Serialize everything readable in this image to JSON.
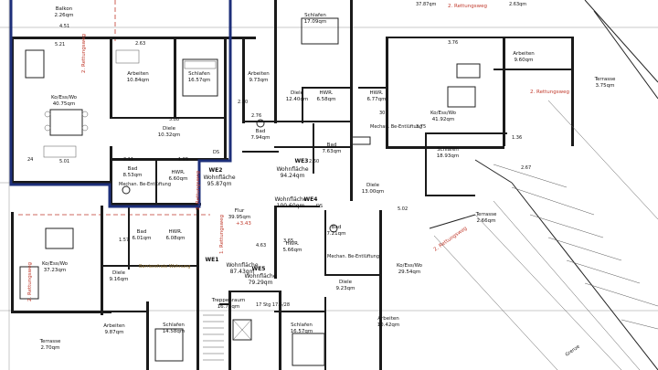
{
  "rooms": [
    {
      "id": "balkon",
      "name": "Balkon",
      "area": "2.26qm"
    },
    {
      "id": "arbeiten-a",
      "name": "Arbeiten",
      "area": "10.84qm"
    },
    {
      "id": "schlafen-a",
      "name": "Schlafen",
      "area": "16.57qm"
    },
    {
      "id": "kueche-a",
      "name": "Ko/Ess/Wo",
      "area": "40.75qm"
    },
    {
      "id": "diele-a",
      "name": "Diele",
      "area": "10.32qm"
    },
    {
      "id": "bad-a",
      "name": "Bad",
      "area": "8.53qm"
    },
    {
      "id": "hwr-a",
      "name": "HWR.",
      "area": "6.60qm"
    },
    {
      "id": "arbeiten-b",
      "name": "Arbeiten",
      "area": "9.73qm"
    },
    {
      "id": "schlafen-top",
      "name": "Schlafen",
      "area": "17.09qm"
    },
    {
      "id": "diele-b",
      "name": "Diele",
      "area": "12.40qm"
    },
    {
      "id": "hwr-b",
      "name": "HWR.",
      "area": "6.58qm"
    },
    {
      "id": "hwr-c",
      "name": "HWR.",
      "area": "6.77qm"
    },
    {
      "id": "kueche-c",
      "name": "Ko/Ess/Wo",
      "area": "41.92qm"
    },
    {
      "id": "arbeiten-c",
      "name": "Arbeiten",
      "area": "9.60qm"
    },
    {
      "id": "terrasse-c",
      "name": "Terrasse",
      "area": "3.75qm"
    },
    {
      "id": "bad-b",
      "name": "Bad",
      "area": "7.94qm"
    },
    {
      "id": "bad-c",
      "name": "Bad",
      "area": "7.63qm"
    },
    {
      "id": "schlafen-c",
      "name": "Schlafen",
      "area": "18.93qm"
    },
    {
      "id": "diele-c",
      "name": "Diele",
      "area": "13.00qm"
    },
    {
      "id": "terrasse-d",
      "name": "Terrasse",
      "area": "2.66qm"
    },
    {
      "id": "bad-d",
      "name": "Bad",
      "area": "6.01qm"
    },
    {
      "id": "hwr-d",
      "name": "HWR.",
      "area": "6.08qm"
    },
    {
      "id": "kueche-d",
      "name": "Ko/Ess/Wo",
      "area": "37.23qm"
    },
    {
      "id": "diele-d",
      "name": "Diele",
      "area": "9.16qm"
    },
    {
      "id": "flur",
      "name": "Flur",
      "area": "39.95qm"
    },
    {
      "id": "hwr-e",
      "name": "HWR.",
      "area": "5.66qm"
    },
    {
      "id": "bad-e",
      "name": "Bad",
      "area": "7.21qm"
    },
    {
      "id": "kueche-e",
      "name": "Ko/Ess/Wo",
      "area": "29.54qm"
    },
    {
      "id": "diele-e",
      "name": "Diele",
      "area": "9.23qm"
    },
    {
      "id": "treppenraum",
      "name": "Treppenraum",
      "area": "16.75qm"
    },
    {
      "id": "arbeiten-d",
      "name": "Arbeiten",
      "area": "9.87qm"
    },
    {
      "id": "schlafen-d",
      "name": "Schlafen",
      "area": "14.58qm"
    },
    {
      "id": "schlafen-e",
      "name": "Schlafen",
      "area": "16.57qm"
    },
    {
      "id": "arbeiten-e",
      "name": "Arbeiten",
      "area": "10.42qm"
    },
    {
      "id": "terrasse-f",
      "name": "Terrasse",
      "area": "2.70qm"
    }
  ],
  "units": [
    {
      "id": "we2",
      "label": "WE2",
      "wohnflaeche_label": "Wohnfläche",
      "area": "95.87qm"
    },
    {
      "id": "we3",
      "label": "WE3",
      "wohnflaeche_label": "Wohnfläche",
      "area": "94.24qm"
    },
    {
      "id": "we4",
      "label": "WE4",
      "wohnflaeche_label": "Wohnfläche",
      "area": "100.60qm"
    },
    {
      "id": "we1",
      "label": "WE1",
      "wohnflaeche_label": "Wohnfläche",
      "area": "87.43qm"
    },
    {
      "id": "we5",
      "label": "WE5",
      "wohnflaeche_label": "Wohnfläche",
      "area": "79.29qm"
    }
  ],
  "annotations": {
    "rettungsweg": "2. Rettungsweg",
    "rettungsweg_short": "1. Rettungsweg",
    "barrierefrei": "Barrierefreie Wohnung",
    "schlafen_partial": "37.87qm",
    "balkon_partial": "2.63qm",
    "level": "+3.43",
    "grenze": "Grenze",
    "lueftung": "Mechan. Be-Entlüftung",
    "ds": "DS",
    "stg": "17 Stg 17.5/28"
  },
  "dimensions": [
    "4.51",
    "2.63",
    "5.21",
    "2.80",
    "5.88",
    "2.76",
    "5.01",
    "2.11",
    "1.95",
    "24",
    "30",
    "3.76",
    "3.75",
    "2.67",
    "1.36",
    "4.63",
    "3.65",
    "5.02",
    "2.60",
    "1.57"
  ]
}
